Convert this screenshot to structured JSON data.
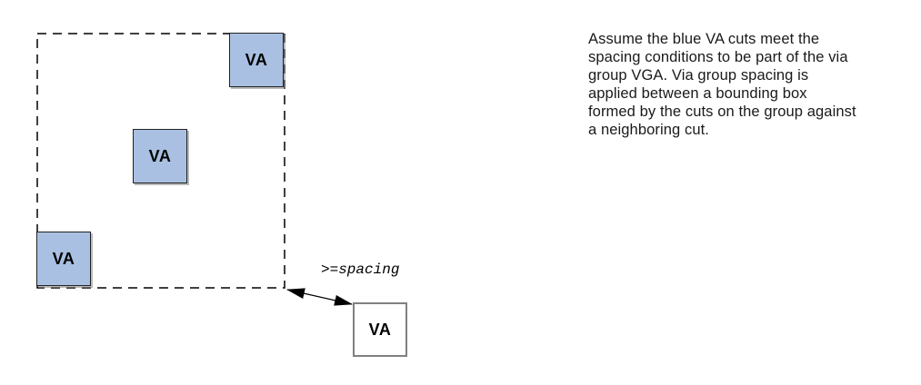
{
  "diagram": {
    "title_semantic": "via-group-spacing-diagram",
    "via_group_name": "VGA",
    "group_cuts": [
      {
        "label": "VA",
        "position": "top-right"
      },
      {
        "label": "VA",
        "position": "middle"
      },
      {
        "label": "VA",
        "position": "bottom-left"
      }
    ],
    "neighbor_cut": {
      "label": "VA"
    },
    "spacing_label": ">=spacing",
    "colors": {
      "group_cut_fill": "#a9c0e2",
      "group_cut_border": "#222222",
      "neighbor_cut_border": "#808080",
      "neighbor_cut_fill": "#ffffff",
      "bounding_box_stroke": "#000000",
      "arrow_color": "#000000",
      "text_color": "#1a1a1a"
    }
  },
  "description": {
    "full_text": "Assume the blue VA cuts meet the spacing conditions to be part of the via group VGA. Via group spacing is applied between a bounding box formed by the cuts on the group against a neighboring cut.",
    "lines": [
      "Assume the blue VA cuts meet the",
      "spacing conditions to be part of the via",
      "group VGA. Via group spacing is",
      "applied between a bounding box",
      "formed by the cuts on the group against",
      "a neighboring cut."
    ]
  }
}
